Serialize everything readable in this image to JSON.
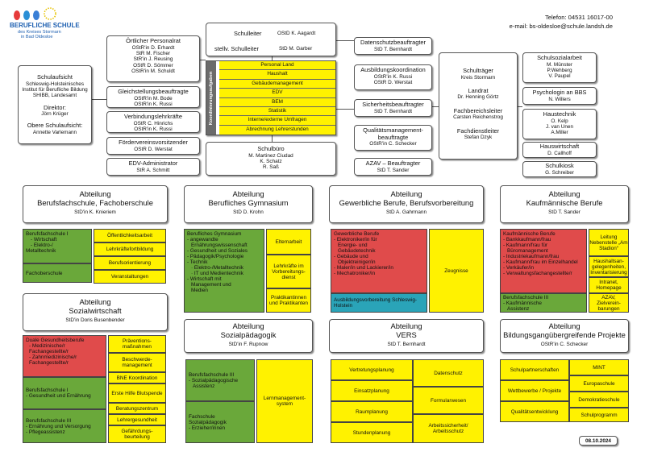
{
  "logo": {
    "title": "BERUFLICHE SCHULE",
    "sub1": "des Kreises Stormarn",
    "sub2": "in Bad Oldesloe",
    "colors": [
      "#e63a3a",
      "#2a8fd6",
      "#3a7fd6",
      "#3bb54a",
      "#e6c200"
    ]
  },
  "contact": {
    "phone": "Telefon: 04531 16017-00",
    "email": "e-mail: bs-oldesloe@schule.landsh.de"
  },
  "schulaufsicht": {
    "lines": [
      "Schulaufsicht",
      "Schleswig-Holsteinisches",
      "Institut für Berufliche Bildung",
      "SHIBB, Landesamt"
    ],
    "director_title": "Direktor:",
    "director": "Jörn Krüger",
    "obere_title": "Obere Schulaufsicht:",
    "obere": "Annette Varlemann"
  },
  "personalrat": {
    "title": "Örtlicher Personalrat",
    "members": [
      "OStR'in D. Erhardt",
      "StR M. Fischer",
      "StR'in J. Reusing",
      "OStR D. Sömmer",
      "OStR'in M. Schuldt"
    ]
  },
  "gleich": {
    "title": "Gleichstellungsbeauftragte",
    "members": [
      "OStR'in M. Bode",
      "OStR'in K. Russi"
    ]
  },
  "verbindung": {
    "title": "Verbindungslehrkräfte",
    "members": [
      "OStR C. Hinrichs",
      "OStR'in K. Russi"
    ]
  },
  "foerder": {
    "title": "Fördervereinsvorsitzender",
    "members": [
      "OStR D. Werstat"
    ]
  },
  "edv": {
    "title": "EDV-Administrator",
    "members": [
      "StR A. Schmitt"
    ]
  },
  "schulleiter": {
    "role1": "Schulleiter",
    "name1": "OStD K. Aagardt",
    "role2": "stellv. Schulleiter",
    "name2": "StD M. Garber"
  },
  "koord": {
    "label": "Koordinierungsaufgaben",
    "items": [
      "Personal Land",
      "Haushalt",
      "Gebäudemanagement",
      "EDV",
      "BEM",
      "Statistik",
      "Interne/externe Umfragen",
      "Abrechnung Lehrerstunden"
    ]
  },
  "schulbuero": {
    "title": "Schulbüro",
    "members": [
      "M. Martinez Ciudad",
      "K. Schatz",
      "R. Saß"
    ]
  },
  "datenschutz": {
    "title": "Datenschutzbeauftragter",
    "members": [
      "StD T. Bernhardt"
    ]
  },
  "ausbildung": {
    "title": "Ausbildungskoordination",
    "members": [
      "OStR'in K. Russi",
      "OStR D. Werstat"
    ]
  },
  "sicherheit": {
    "title": "Sicherheitsbeauftragter",
    "members": [
      "StD T. Bernhardt"
    ]
  },
  "qualitaet": {
    "title1": "Qualitätsmanagement-",
    "title2": "beauftragte",
    "members": [
      "OStR'in C. Schecker"
    ]
  },
  "azav": {
    "title": "AZAV – Beauftragter",
    "members": [
      "StD T. Sander"
    ]
  },
  "schultraeger": {
    "title": "Schulträger",
    "t1": "Kreis Stormarn",
    "landrat_title": "Landrat",
    "landrat": "Dr. Henning Görtz",
    "fb_title": "Fachbereichsleiter",
    "fb": "Carsten Reichenstrog",
    "fd_title": "Fachdienstleiter",
    "fd": "Stefan Dzyk"
  },
  "sozialarbeit": {
    "title": "Schulsozialarbeit",
    "members": [
      "M. Münster",
      "P.Wehberg",
      "V. Paupel"
    ]
  },
  "psychologin": {
    "title": "Psychologin an BBS",
    "members": [
      "N. Willers"
    ]
  },
  "haustechnik": {
    "title": "Haustechnik",
    "members": [
      "O. Kelp",
      "J. van Unen",
      "A.Miller"
    ]
  },
  "hauswirtschaft": {
    "title": "Hauswirtschaft",
    "members": [
      "D. Callhoff"
    ]
  },
  "schulkiosk": {
    "title": "Schulkiosk",
    "members": [
      "G. Schreiber"
    ]
  },
  "departments": {
    "bfs": {
      "title1": "Abteilung",
      "title2": "Berufsfachschule, Fachoberschule",
      "head": "StD'in K. Knieriem",
      "left1": [
        "Berufsfachschule I",
        "- Wirtschaft",
        "- Elektro-/",
        "Metalltechnik"
      ],
      "left2": "Fachoberschule",
      "right": [
        "Öffentlichkeitsarbeit",
        "Lehrkräftefortbildung",
        "Berufsorientierung",
        "Veranstaltungen"
      ]
    },
    "bg": {
      "title1": "Abteilung",
      "title2": "Berufliches Gymnasium",
      "head": "StD D. Krohn",
      "left": [
        "Berufliches Gymnasium",
        "- angewandte",
        "Ernährungswissenschaft",
        "- Gesundheit und Soziales",
        "- Pädagogik/Psychologie",
        "- Technik",
        "· Elektro-/Metalltechnik",
        "· IT und Medientechnik",
        "- Wirtschaft mit",
        "Management und",
        "Medien"
      ],
      "right": [
        "Elternarbeit",
        "Lehrkräfte im Vorbereitungs-dienst",
        "Praktikantinnen und Praktikanten"
      ]
    },
    "gew": {
      "title1": "Abteilung",
      "title2": "Gewerbliche Berufe, Berufsvorbereitung",
      "head": "StD A. Gahrmann",
      "red": [
        "Gewerbliche Berufe",
        "- Elektroniker/in für",
        "Energie- und",
        "Gebäudetechnik",
        "- Gebäude und",
        "Objektreiniger/in",
        "- Maler/in und Lackierer/in",
        "- Mechatroniker/in"
      ],
      "teal": [
        "Ausbildungsvorbereitung Schleswig-",
        "Holstein"
      ],
      "right": "Zeugnisse"
    },
    "kfm": {
      "title1": "Abteilung",
      "title2": "Kaufmännische Berufe",
      "head": "StD T. Sander",
      "red": [
        "Kaufmännische Berufe",
        "- Bankkaufmann/frau",
        "- Kaufmann/frau für",
        "Büromanagement",
        "- Industriekaufmann/frau",
        "- Kaufmann/frau im Einzelhandel",
        "- Verkäufer/in",
        "- Verwaltungsfachangestellte/r"
      ],
      "green": [
        "Berufsfachschule III",
        "- Kaufmännische",
        "Assistenz"
      ],
      "right": [
        "Leitung Nebenstelle „Am Stadion“",
        "Haushaltsan-gelegenheiten, Inventarisierung",
        "Intranet, Homepage",
        "AZAV, Zielverein-barungen"
      ]
    },
    "sozial": {
      "title1": "Abteilung",
      "title2": "Sozialwirtschaft",
      "head": "StD'in Doris Busenbender",
      "red": [
        "Duale Gesundheitsberufe",
        "- Medizinische/r",
        "Fachangestellte/r",
        "- Zahnmedizinische/r",
        "Fachangestellte/r"
      ],
      "green1": [
        "Berufsfachschule I",
        "- Gesundheit und Ernährung"
      ],
      "green2": [
        "Berufsfachschule III",
        "- Ernährung und Versorgung",
        "- Pflegeassistenz"
      ],
      "right": [
        "Präventions-maßnahmen",
        "Beschwerde-management",
        "BNE Koordination",
        "Erste Hilfe Blutspende",
        "Beratungszentrum",
        "Lehrergesundheit",
        "Gefährdungs-beurteilung"
      ]
    },
    "sozped": {
      "title1": "Abteilung",
      "title2": "Sozialpädagogik",
      "head": "StD'in F. Rupnow",
      "green1": [
        "Berufsfachschule III",
        "- Sozialpädagogische",
        "Assistenz"
      ],
      "green2": [
        "Fachschule",
        "Sozialpädagogik",
        "- Erzieher/innen"
      ],
      "right": "Lernmanagement-system"
    },
    "vers": {
      "title1": "Abteilung",
      "title2": "VERS",
      "head": "StD T. Bernhardt",
      "left": [
        "Vertretungsplanung",
        "Einsatzplanung",
        "Raumplanung",
        "Stundenplanung"
      ],
      "right": [
        "Datenschutz",
        "Formularwesen",
        "Arbeitssicherheit/ Arbeitsschutz"
      ]
    },
    "bil": {
      "title1": "Abteilung",
      "title2": "Bildungsgangübergreifende Projekte",
      "head": "OStR'in C. Schecker",
      "left": [
        "Schulpartnerschaften",
        "Wettbewerbe / Projekte",
        "Qualitätsentwicklung"
      ],
      "right": [
        "MINT",
        "Europaschule",
        "Demokratieschule",
        "Schulprogramm"
      ]
    }
  },
  "date": "08.10.2024"
}
